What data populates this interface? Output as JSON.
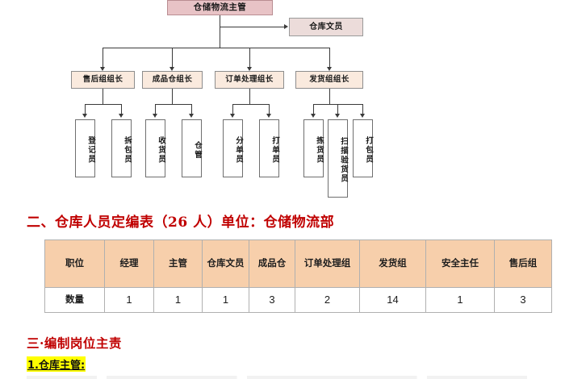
{
  "org_chart": {
    "root": {
      "label": "仓储物流主管"
    },
    "assistant": {
      "label": "仓库文员"
    },
    "groups": [
      {
        "label": "售后组组长",
        "members": [
          {
            "label": "登记员"
          },
          {
            "label": "拆包员"
          }
        ]
      },
      {
        "label": "成品仓组长",
        "members": [
          {
            "label": "收货员"
          },
          {
            "label": "仓管"
          }
        ]
      },
      {
        "label": "订单处理组长",
        "members": [
          {
            "label": "分单员"
          },
          {
            "label": "打单员"
          }
        ]
      },
      {
        "label": "发货组组长",
        "members": [
          {
            "label": "拣货员"
          },
          {
            "label": "扫描验货员"
          },
          {
            "label": "打包员"
          }
        ]
      }
    ]
  },
  "section_two": {
    "heading": "二、仓库人员定编表（26 人）单位：仓储物流部",
    "table": {
      "header_row": [
        "职位",
        "经理",
        "主管",
        "仓库文员",
        "成品仓",
        "订单处理组",
        "发货组",
        "安全主任",
        "售后组"
      ],
      "value_row": [
        "数量",
        "1",
        "1",
        "1",
        "3",
        "2",
        "14",
        "1",
        "3"
      ]
    }
  },
  "section_three": {
    "heading": "三·编制岗位主责",
    "item_1": "1.仓库主管:"
  },
  "colors": {
    "heading_red": "#c00000",
    "root_box": "#e8c3c6",
    "clerk_box": "#ecdcda",
    "lead_box": "#faeade",
    "table_header": "#f7cfab",
    "highlight_yellow": "#ffff00"
  }
}
